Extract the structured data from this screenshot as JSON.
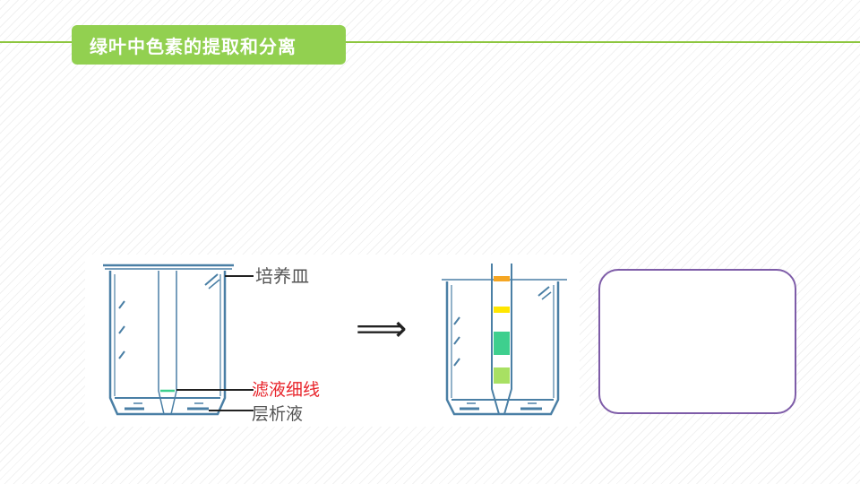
{
  "header": {
    "title": "绿叶中色素的提取和分离"
  },
  "diagram": {
    "labels": {
      "dish": "培养皿",
      "filter_line": "滤液细线",
      "solvent": "层析液"
    },
    "arrow": "⟹",
    "colors": {
      "beaker": "#4a7fa5",
      "filter_line_label": "#e8232a",
      "label_text": "#555555",
      "band_orange": "#f5a623",
      "band_yellow": "#ffe600",
      "band_blue_green": "#3ecf8e",
      "band_yellow_green": "#a8e063"
    },
    "bands": [
      "orange",
      "yellow",
      "blue-green",
      "yellow-green"
    ]
  },
  "answer_box": {
    "text": ""
  }
}
